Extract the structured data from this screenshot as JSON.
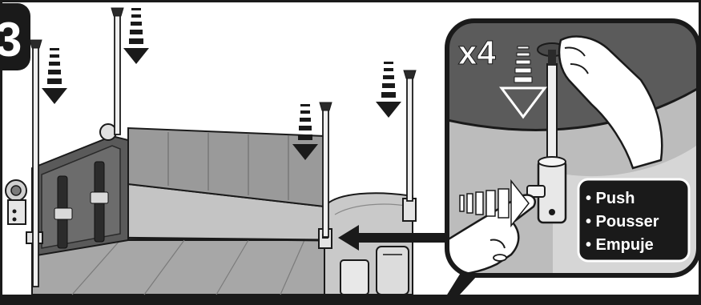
{
  "step": {
    "number": "3"
  },
  "callout": {
    "multiplier": "x4",
    "actions": [
      "• Push",
      "• Pousser",
      "• Empuje"
    ]
  },
  "colors": {
    "frame": "#1a1a1a",
    "fabric_dark": "#5a5a5a",
    "fabric_mid": "#8c8c8c",
    "fabric_light": "#bdbdbd",
    "label_bg": "#1a1a1a",
    "label_text": "#ffffff"
  },
  "icons": [
    "down-arrow-icon",
    "left-arrow-icon",
    "push-arrow-icon",
    "hand-icon",
    "pole-icon"
  ]
}
